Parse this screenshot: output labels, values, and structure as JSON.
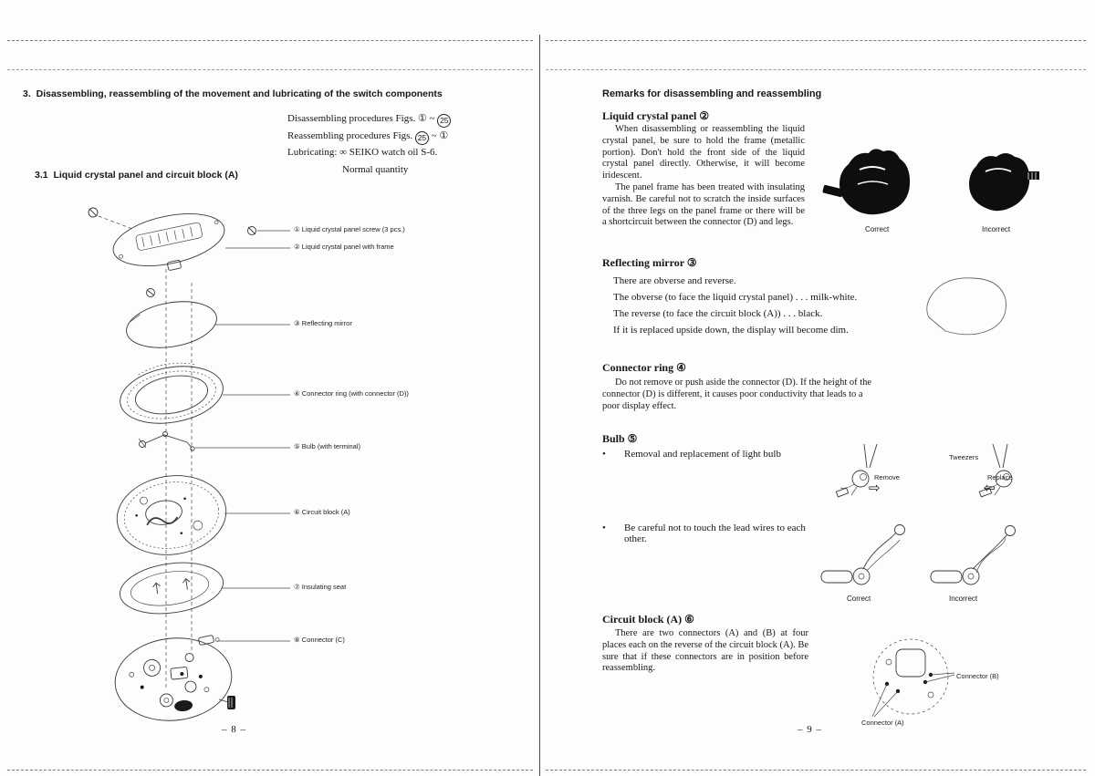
{
  "icons": {
    "bullet": "•",
    "arrow_right": "⇨",
    "arrow_left": "⇦",
    "oil": "∞"
  },
  "left": {
    "heading_num": "3.",
    "heading_text": "Disassembling, reassembling of the movement and lubricating of the switch components",
    "proc": {
      "line1": "Disassembling procedures Figs.",
      "line2": "Reassembling procedures Figs.",
      "line3_pre": "Lubricating:",
      "line3_post": "SEIKO watch oil S-6.",
      "line4": "Normal quantity",
      "fig1": "①",
      "fig25": "25",
      "tilde": "~"
    },
    "sub_num": "3.1",
    "sub_text": "Liquid crystal panel and circuit block (A)",
    "parts": [
      "① Liquid crystal panel screw (3 pcs.)",
      "② Liquid crystal panel with frame",
      "③ Reflecting mirror",
      "④ Connector ring (with connector (D))",
      "⑤ Bulb (with terminal)",
      "⑥ Circuit block (A)",
      "⑦ Insulating seat",
      "⑧ Connector (C)"
    ],
    "page_number": "– 8 –"
  },
  "right": {
    "heading": "Remarks for disassembling and reassembling",
    "lcp": {
      "title": "Liquid crystal panel ②",
      "p1": "When disassembling or reassembling the liquid crystal panel, be sure to hold the frame (metallic portion). Don't hold the front side of the liquid crystal panel directly. Otherwise, it will become iridescent.",
      "p2": "The panel frame has been treated with insulating varnish. Be careful not to scratch the inside surfaces of the three legs on the panel frame or there will be a shortcircuit between the connector (D) and legs.",
      "caption_correct": "Correct",
      "caption_incorrect": "Incorrect"
    },
    "mirror": {
      "title": "Reflecting mirror ③",
      "l1": "There are obverse and reverse.",
      "l2": "The obverse (to face the liquid crystal panel) . . . milk-white.",
      "l3": "The reverse (to face the circuit block (A)) . . . black.",
      "l4": "If it is replaced upside down, the display will become dim."
    },
    "ring": {
      "title": "Connector ring ④",
      "p1": "Do not remove or push aside the connector (D). If the height of the connector (D) is different, it causes poor conductivity that leads to a poor display effect."
    },
    "bulb": {
      "title": "Bulb ⑤",
      "b1": "Removal and replacement of light bulb",
      "b2": "Be careful not to touch the lead wires to each other.",
      "lbl_tweezers": "Tweezers",
      "lbl_remove": "Remove",
      "lbl_replace": "Replace",
      "caption_correct": "Correct",
      "caption_incorrect": "Incorrect"
    },
    "cblock": {
      "title": "Circuit block (A) ⑥",
      "p1": "There are two connectors (A) and (B) at four places each on the reverse of the circuit block (A). Be sure that if these connectors are in position before reassembling.",
      "lbl_conn_b": "Connector (B)",
      "lbl_conn_a": "Connector (A)"
    },
    "page_number": "– 9 –"
  }
}
